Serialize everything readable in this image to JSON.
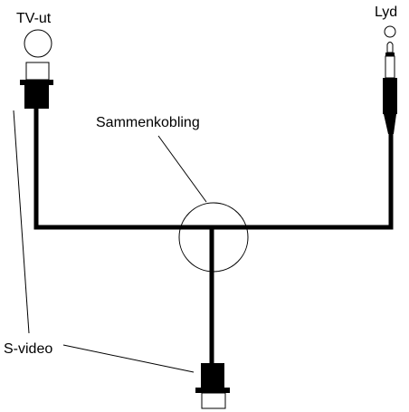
{
  "labels": {
    "tv_out": "TV-ut",
    "audio": "Lyd",
    "junction": "Sammenkobling",
    "s_video": "S-video"
  },
  "colors": {
    "background": "#ffffff",
    "ink": "#000000"
  }
}
